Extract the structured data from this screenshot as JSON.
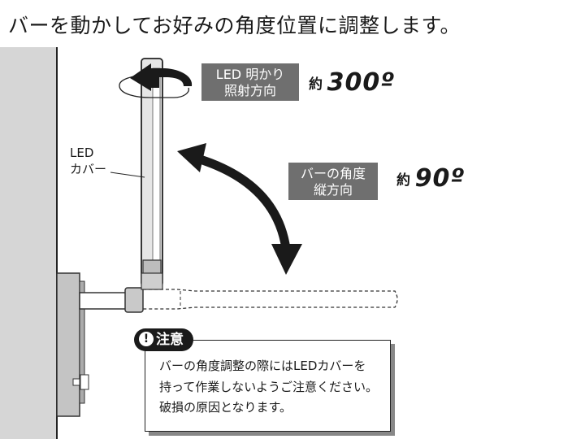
{
  "heading": "バーを動かしてお好みの角度位置に調整します。",
  "rotation": {
    "label_lines": [
      "LED 明かり",
      "照射方向"
    ],
    "prefix": "約",
    "value": "300º"
  },
  "bar_angle": {
    "label_lines": [
      "バーの角度",
      "縦方向"
    ],
    "prefix": "約",
    "value": "90º"
  },
  "cover_label": [
    "LED",
    "カバー"
  ],
  "caution": {
    "badge": "注意",
    "lines": [
      "バーの角度調整の際にはLEDカバーを",
      "持って作業しないようご注意ください。",
      "破損の原因となります。"
    ]
  }
}
